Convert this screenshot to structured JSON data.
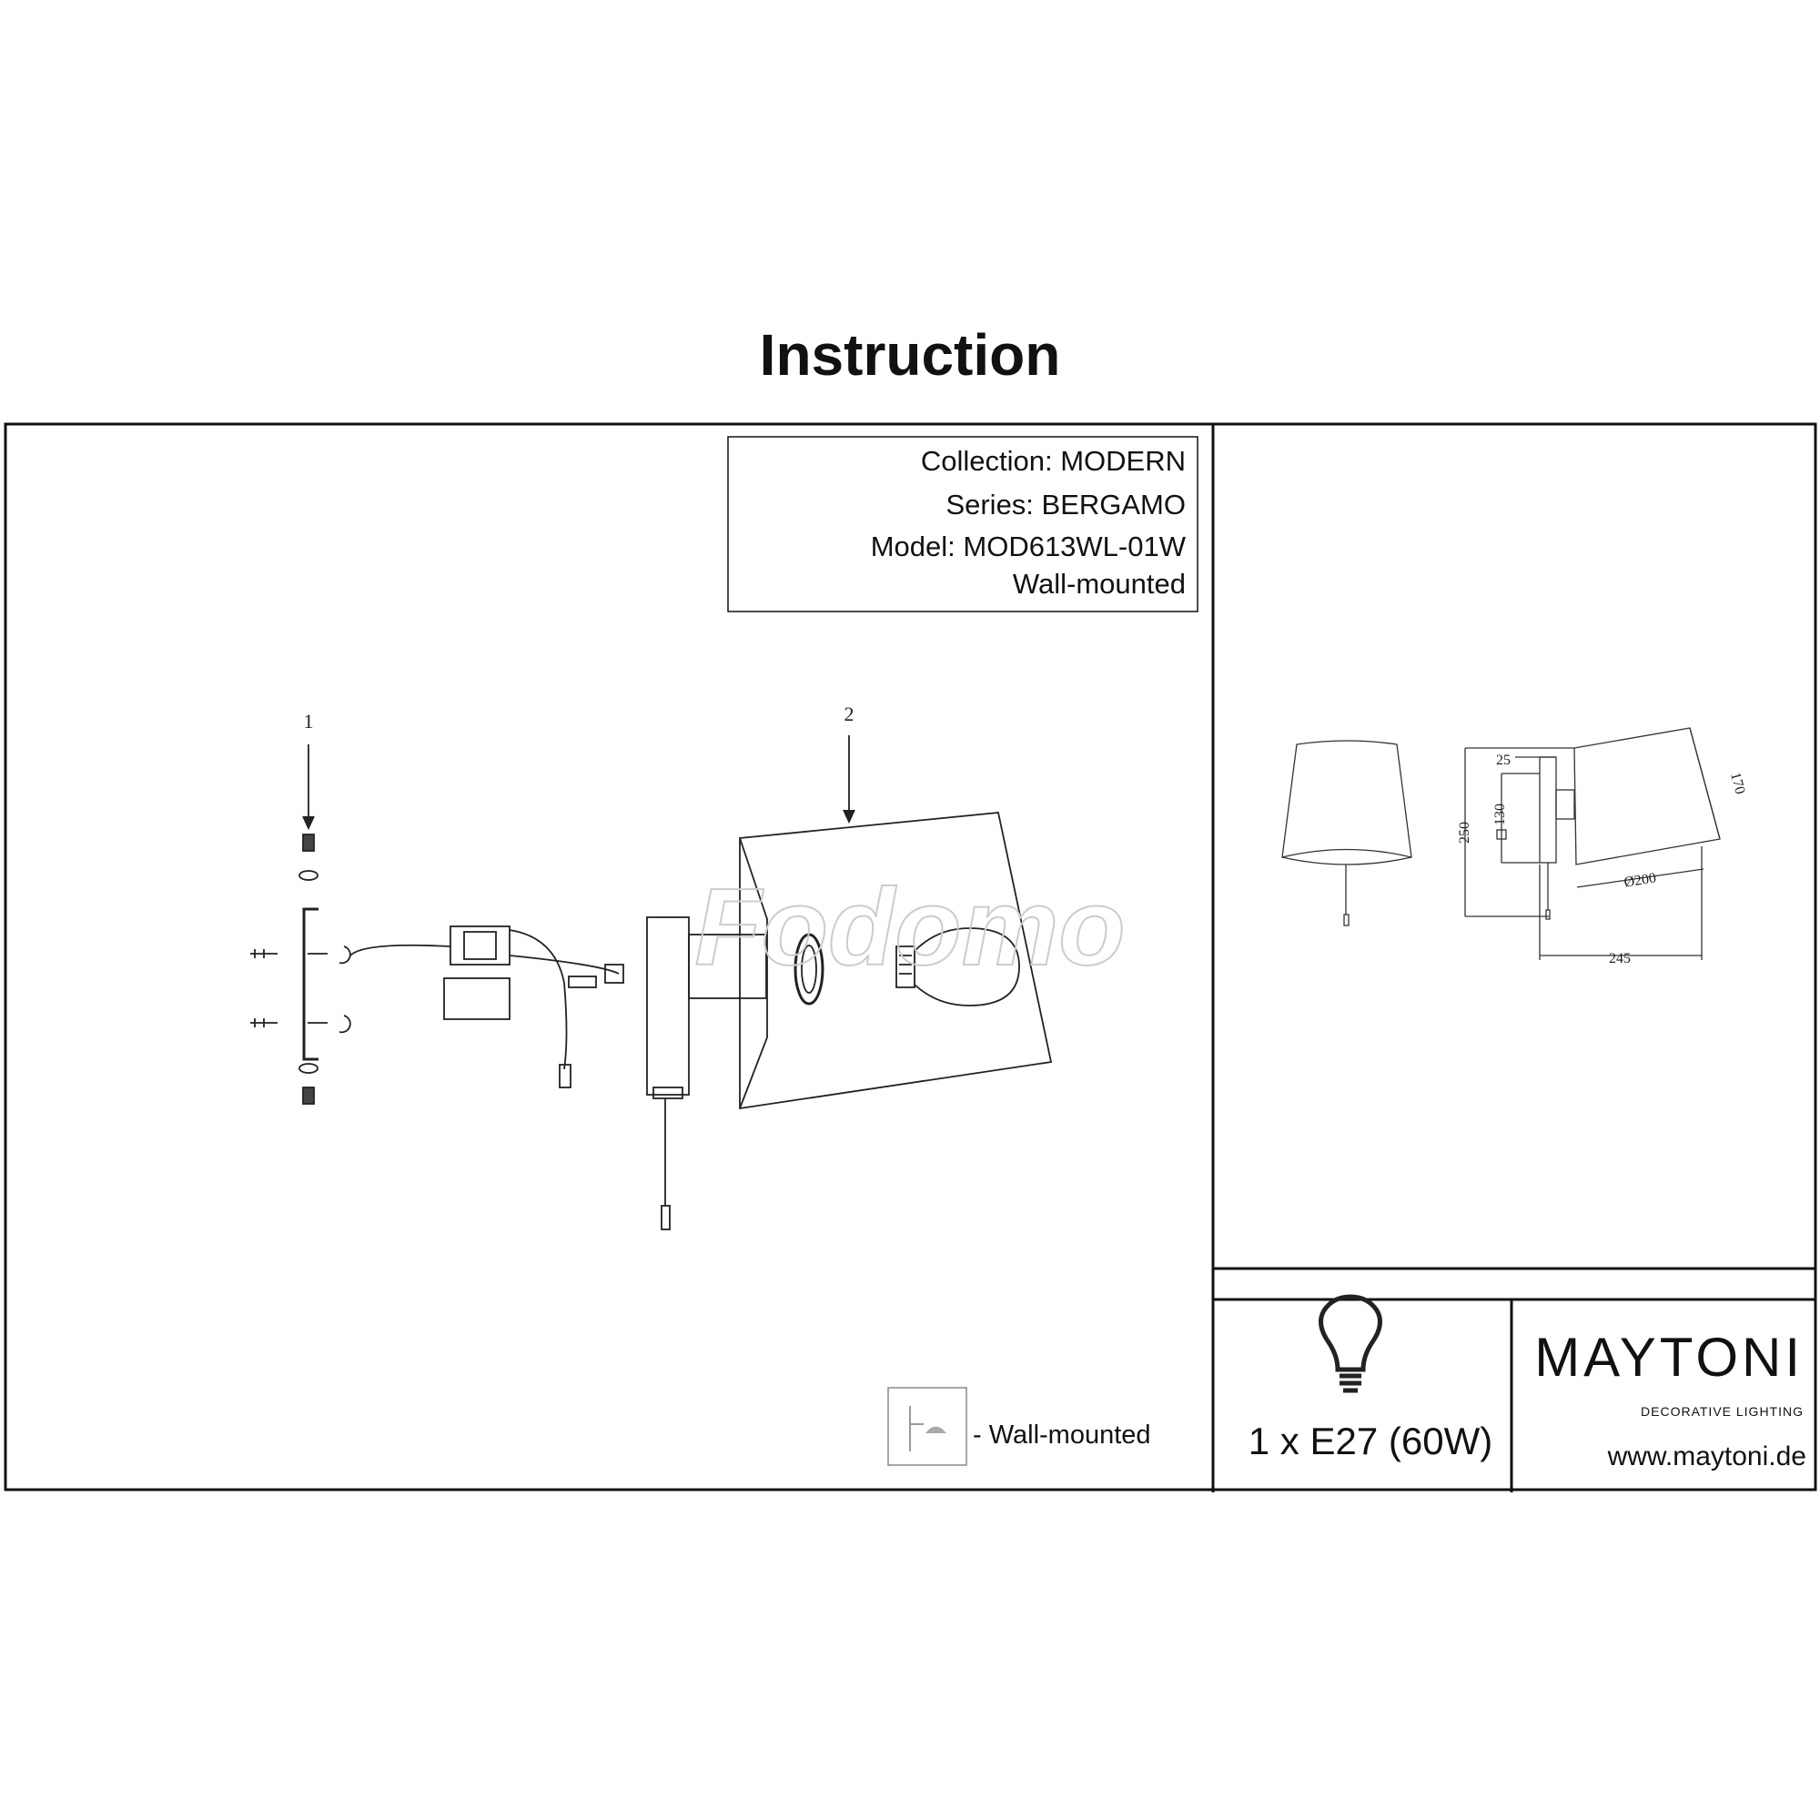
{
  "title": "Instruction",
  "info": {
    "collection": "Collection: MODERN",
    "series": "Series: BERGAMO",
    "model": "Model: MOD613WL-01W",
    "mounting": "Wall-mounted"
  },
  "parts": {
    "part1": "1",
    "part2": "2"
  },
  "watermark": "Fodomo",
  "dimensions": {
    "depth_plate": "25",
    "plate_size": "130",
    "height": "250",
    "shade_height": "170",
    "shade_diameter": "Ø200",
    "projection": "245"
  },
  "legend": {
    "wall_mounted": "- Wall-mounted",
    "icon": "wall-mount-icon"
  },
  "bulb": {
    "spec": "1 x E27 (60W)",
    "icon": "bulb-icon"
  },
  "brand": {
    "name": "MAYTONI",
    "tagline": "DECORATIVE LIGHTING",
    "website": "www.maytoni.de"
  }
}
